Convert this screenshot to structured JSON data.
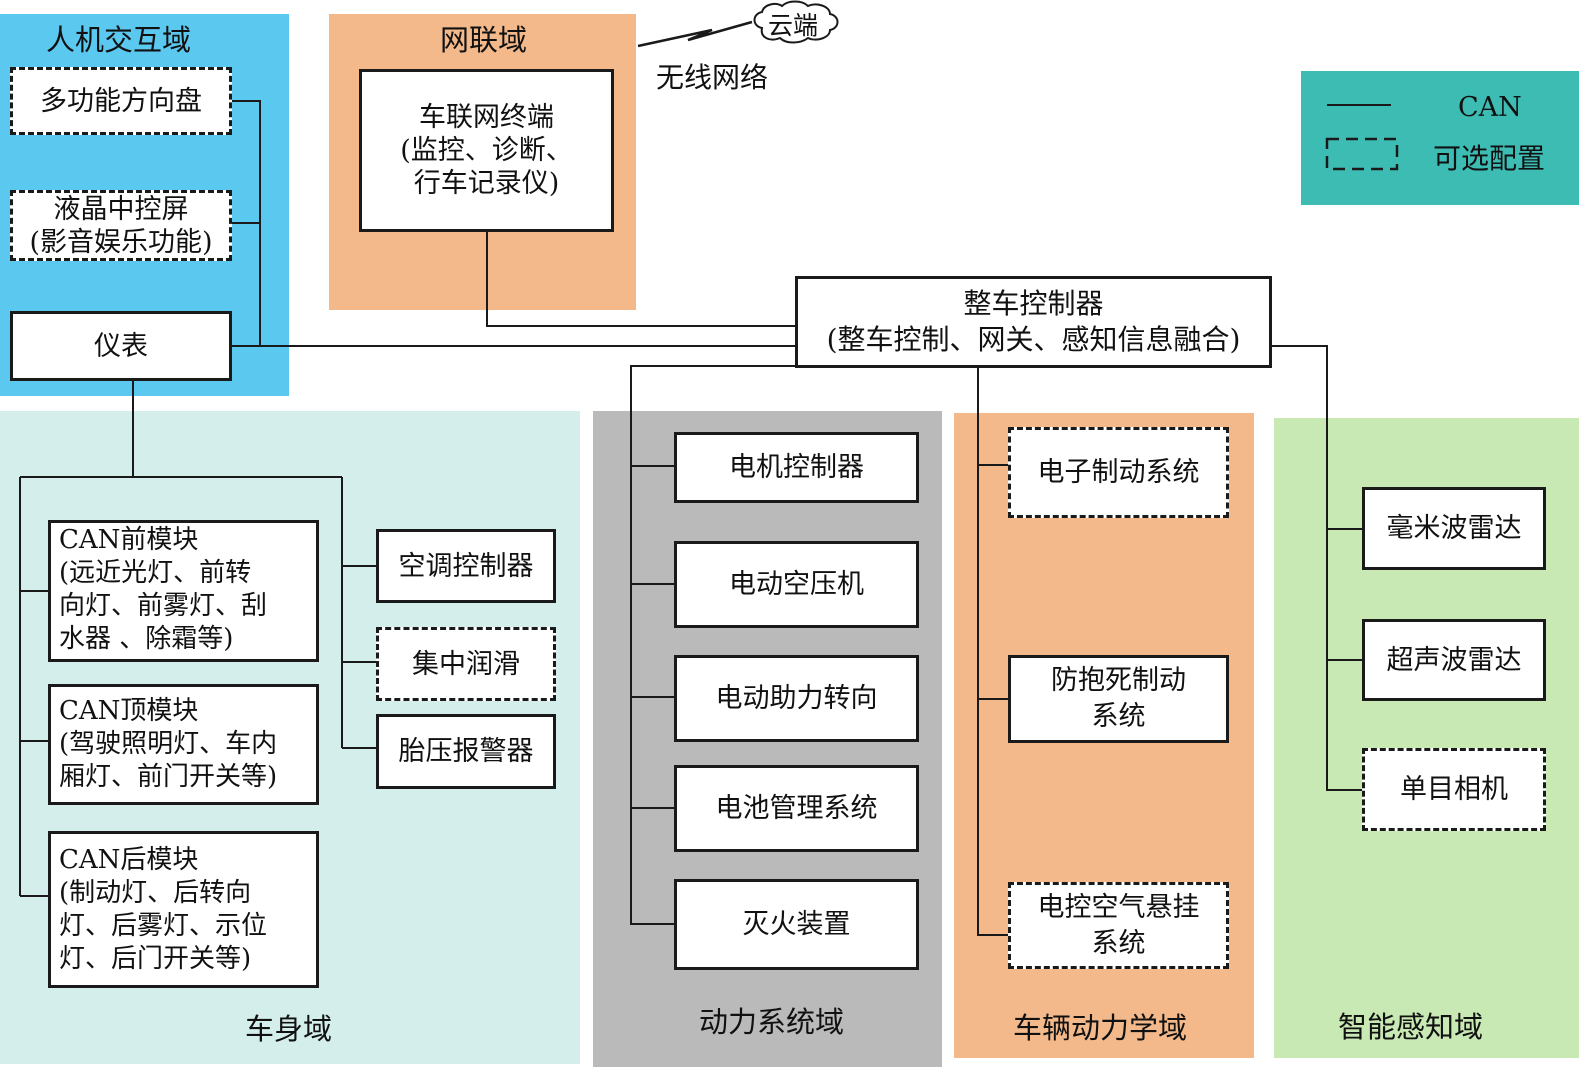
{
  "colors": {
    "hmi_domain": "#5bc8f0",
    "connectivity_domain": "#f3b98b",
    "body_domain": "#d4eeec",
    "powertrain_domain": "#bababa",
    "chassis_domain": "#f3b98b",
    "perception_domain": "#c8e8b4",
    "legend_bg": "#3dbcb4",
    "line": "#1a1a1a"
  },
  "domains": {
    "hmi": "人机交互域",
    "connectivity": "网联域",
    "body": "车身域",
    "powertrain": "动力系统域",
    "chassis": "车辆动力学域",
    "perception": "智能感知域"
  },
  "cloud": {
    "label": "云端",
    "link_label": "无线网络"
  },
  "legend": {
    "solid_label": "CAN",
    "dashed_label": "可选配置"
  },
  "nodes": {
    "steering_wheel": "多功能方向盘",
    "lcd_screen": "液晶中控屏\n(影音娱乐功能)",
    "instrument": "仪表",
    "telematics": "车联网终端\n(监控、诊断、\n行车记录仪)",
    "vcu": "整车控制器\n(整车控制、网关、感知信息融合)",
    "can_front": "CAN前模块\n(远近光灯、前转\n向灯、前雾灯、刮\n水器 、除霜等)",
    "can_top": "CAN顶模块\n(驾驶照明灯、车内\n厢灯、前门开关等)",
    "can_rear": "CAN后模块\n(制动灯、后转向\n灯、后雾灯、示位\n灯、后门开关等)",
    "ac_controller": "空调控制器",
    "lubrication": "集中润滑",
    "tpms": "胎压报警器",
    "motor_controller": "电机控制器",
    "air_compressor": "电动空压机",
    "eps": "电动助力转向",
    "bms": "电池管理系统",
    "fire_suppression": "灭火装置",
    "ebs": "电子制动系统",
    "abs": "防抱死制动\n系统",
    "air_suspension": "电控空气悬挂\n系统",
    "mmw_radar": "毫米波雷达",
    "ultrasonic_radar": "超声波雷达",
    "mono_camera": "单目相机"
  }
}
